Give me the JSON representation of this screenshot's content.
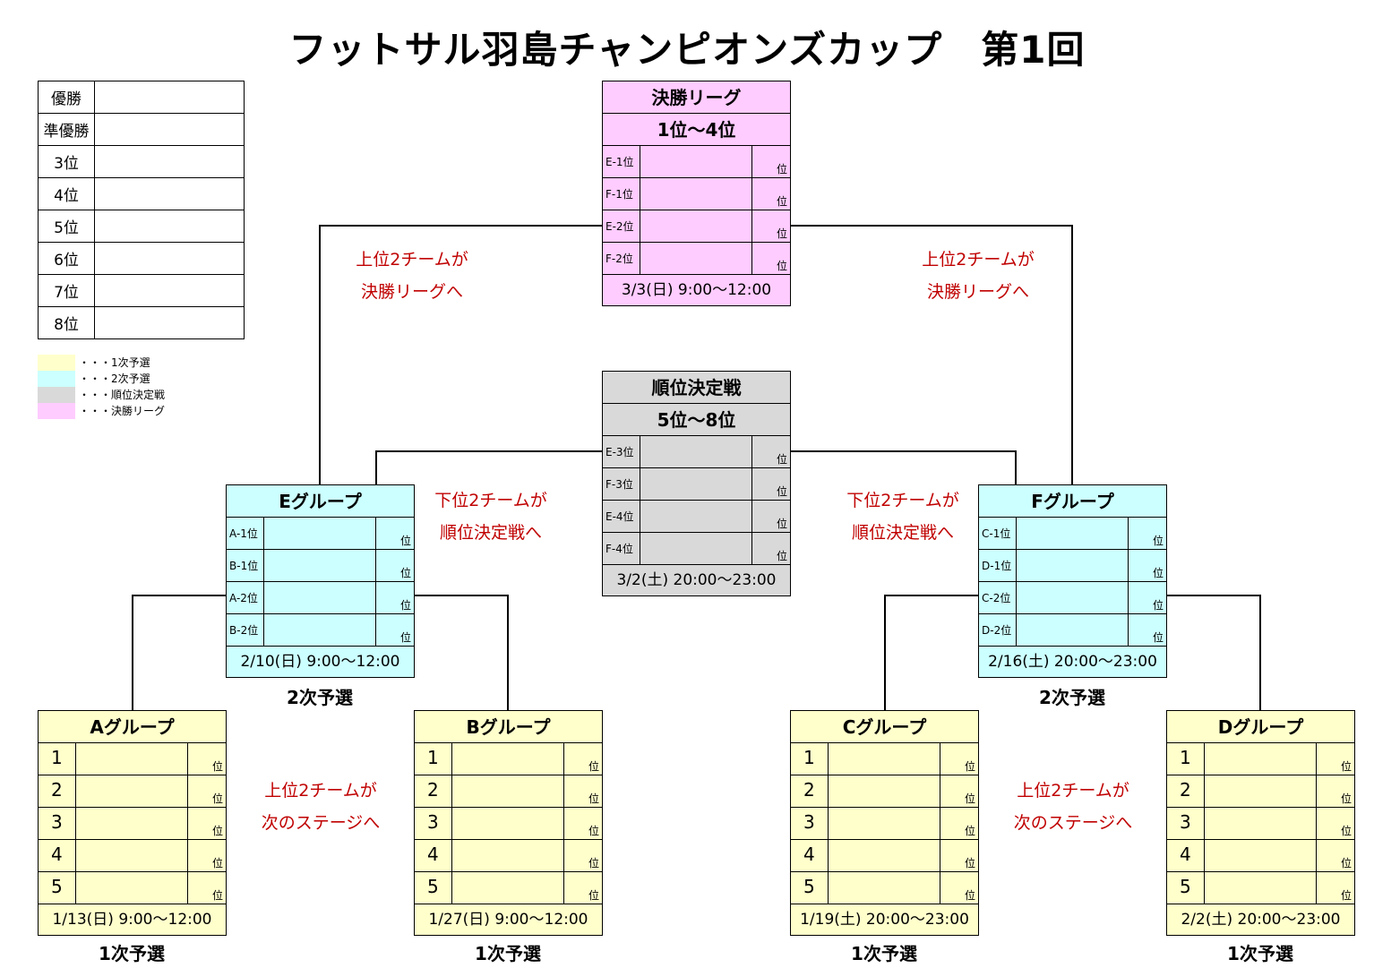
{
  "title": "フットサル羽島チャンピオンズカップ　第1回",
  "colors": {
    "first_round": "#FFFFCC",
    "second_round": "#CCFFFF",
    "placement": "#D9D9D9",
    "final_league": "#FFCCFF"
  },
  "ranking": [
    "優勝",
    "準優勝",
    "3位",
    "4位",
    "5位",
    "6位",
    "7位",
    "8位"
  ],
  "legend": [
    {
      "label": "・・・1次予選",
      "color": "#FFFFCC"
    },
    {
      "label": "・・・2次予選",
      "color": "#CCFFFF"
    },
    {
      "label": "・・・順位決定戦",
      "color": "#D9D9D9"
    },
    {
      "label": "・・・決勝リーグ",
      "color": "#FFCCFF"
    }
  ],
  "rank_suffix": "位",
  "final_league": {
    "name": "決勝リーグ",
    "range": "1位～4位",
    "slots": [
      "E-1位",
      "F-1位",
      "E-2位",
      "F-2位"
    ],
    "date": "3/3(日)  9:00～12:00"
  },
  "placement": {
    "name": "順位決定戦",
    "range": "5位～8位",
    "slots": [
      "E-3位",
      "F-3位",
      "E-4位",
      "F-4位"
    ],
    "date": "3/2(土)  20:00～23:00"
  },
  "group_e": {
    "name": "Eグループ",
    "slots": [
      "A-1位",
      "B-1位",
      "A-2位",
      "B-2位"
    ],
    "date": "2/10(日)  9:00～12:00"
  },
  "group_f": {
    "name": "Fグループ",
    "slots": [
      "C-1位",
      "D-1位",
      "C-2位",
      "D-2位"
    ],
    "date": "2/16(土)  20:00～23:00"
  },
  "group_a": {
    "name": "Aグループ",
    "slots": [
      "1",
      "2",
      "3",
      "4",
      "5"
    ],
    "date": "1/13(日)  9:00～12:00"
  },
  "group_b": {
    "name": "Bグループ",
    "slots": [
      "1",
      "2",
      "3",
      "4",
      "5"
    ],
    "date": "1/27(日)  9:00～12:00"
  },
  "group_c": {
    "name": "Cグループ",
    "slots": [
      "1",
      "2",
      "3",
      "4",
      "5"
    ],
    "date": "1/19(土)  20:00～23:00"
  },
  "group_d": {
    "name": "Dグループ",
    "slots": [
      "1",
      "2",
      "3",
      "4",
      "5"
    ],
    "date": "2/2(土)  20:00～23:00"
  },
  "stages": {
    "first": "1次予選",
    "second": "2次予選"
  },
  "notes": {
    "to_final_1": "上位2チームが",
    "to_final_2": "決勝リーグへ",
    "to_placement_1": "下位2チームが",
    "to_placement_2": "順位決定戦へ",
    "to_next_1": "上位2チームが",
    "to_next_2": "次のステージへ"
  }
}
